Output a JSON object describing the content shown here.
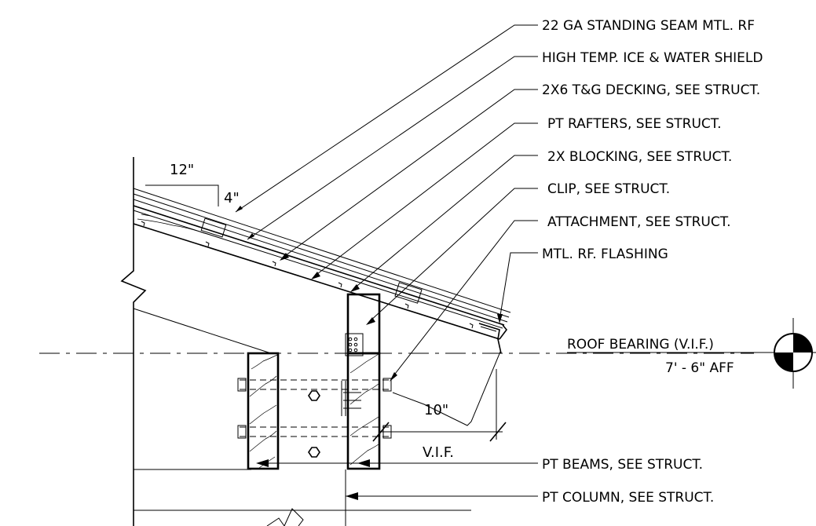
{
  "callouts": [
    "22 GA STANDING SEAM MTL. RF",
    "HIGH TEMP. ICE & WATER SHIELD",
    "2X6 T&G DECKING, SEE STRUCT.",
    "PT RAFTERS, SEE STRUCT.",
    "2X BLOCKING, SEE STRUCT.",
    "CLIP, SEE STRUCT.",
    "ATTACHMENT, SEE STRUCT.",
    "MTL. RF. FLASHING",
    "PT BEAMS, SEE STRUCT.",
    "PT COLUMN, SEE STRUCT."
  ],
  "slope": {
    "run": "12\"",
    "rise": "4\""
  },
  "dimensions": {
    "overhang": "10\"",
    "vif": "V.I.F."
  },
  "level": {
    "name": "ROOF BEARING (V.I.F.)",
    "elevation": "7' - 6\" AFF"
  }
}
